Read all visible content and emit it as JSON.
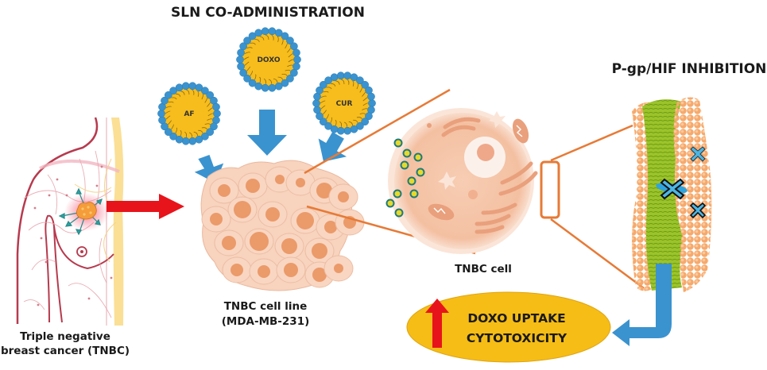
{
  "titles": {
    "sln": "SLN CO-ADMINISTRATION",
    "inhibition": "P-gp/HIF INHIBITION"
  },
  "nanoparticles": [
    {
      "label": "AF"
    },
    {
      "label": "DOXO"
    },
    {
      "label": "CUR"
    }
  ],
  "captions": {
    "patient_line1": "Triple negative",
    "patient_line2": "breast cancer (TNBC)",
    "cell_line_line1": "TNBC cell line",
    "cell_line_line2": "(MDA-MB-231)",
    "cell": "TNBC cell"
  },
  "outcome": {
    "line1": "DOXO UPTAKE",
    "line2": "CYTOTOXICITY"
  },
  "colors": {
    "nanoparticle_core": "#f7bd1c",
    "nanoparticle_shell": "#3a93cf",
    "arrow_blue": "#3a93cf",
    "arrow_red": "#e8141b",
    "tissue": "#f8d3be",
    "nucleus": "#eb9a6a",
    "zoom_line": "#e77a36",
    "membrane_head": "#f6a96c",
    "membrane_tail": "#8ab81f",
    "outcome_ellipse": "#f6bd16"
  }
}
